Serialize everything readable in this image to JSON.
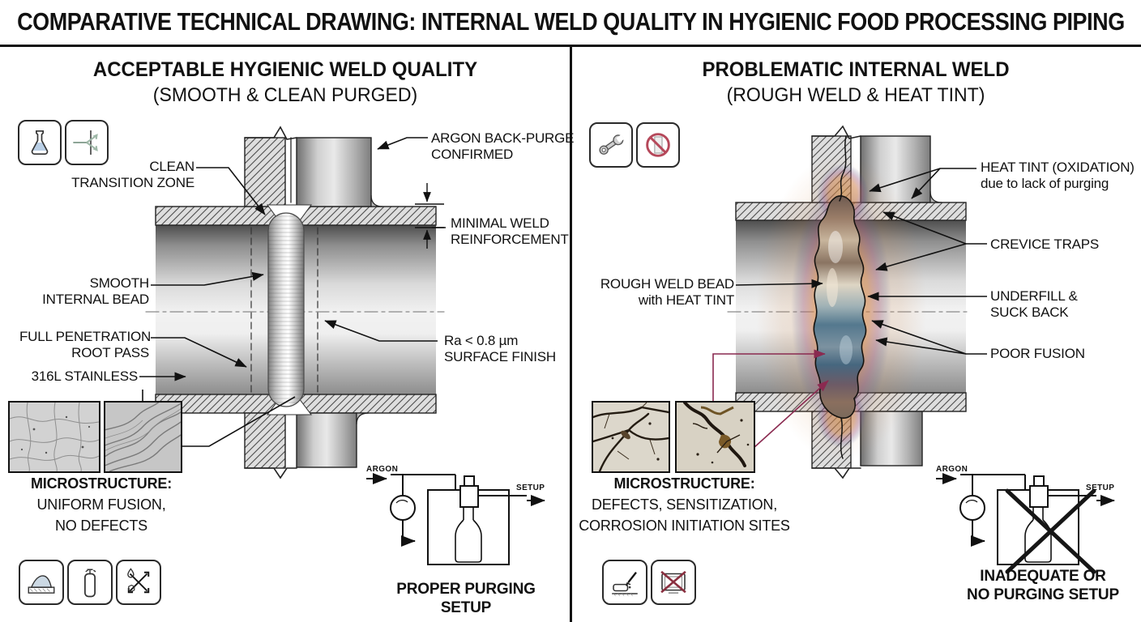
{
  "title": "COMPARATIVE TECHNICAL DRAWING: INTERNAL WELD QUALITY IN HYGIENIC FOOD PROCESSING PIPING",
  "colors": {
    "line": "#111111",
    "leader_accent": "#8a2a50",
    "hatch_fill": "#dedede",
    "heat_tint_orange": "#c07030",
    "heat_tint_purple": "#8a5086",
    "heat_tint_blue": "#4f7d96"
  },
  "left_panel": {
    "heading": "ACCEPTABLE HYGIENIC WELD QUALITY",
    "subheading": "(SMOOTH & CLEAN PURGED)",
    "icons_top": [
      "flask-icon",
      "flow-split-icon"
    ],
    "icons_bottom": [
      "product-mound-icon",
      "gas-cylinder-icon",
      "crossed-arrows-drain-icon"
    ],
    "callouts": {
      "clean_transition": [
        "CLEAN",
        "TRANSITION ZONE"
      ],
      "argon_back_purge": [
        "ARGON BACK-PURGE",
        "CONFIRMED"
      ],
      "minimal_weld": [
        "MINIMAL WELD",
        "REINFORCEMENT"
      ],
      "smooth_bead": [
        "SMOOTH",
        "INTERNAL BEAD"
      ],
      "full_penetration": [
        "FULL PENETRATION",
        "ROOT PASS"
      ],
      "material": "316L STAINLESS",
      "surface_finish": [
        "Ra < 0.8 µm",
        "SURFACE FINISH"
      ]
    },
    "micro": {
      "title": "MICROSTRUCTURE:",
      "line1": "UNIFORM FUSION,",
      "line2": "NO DEFECTS"
    },
    "setup": {
      "gas_label": "ARGON",
      "outlet_label": "SETUP",
      "caption": "PROPER PURGING SETUP"
    }
  },
  "right_panel": {
    "heading": "PROBLEMATIC INTERNAL WELD",
    "subheading": "(ROUGH WELD & HEAT TINT)",
    "icons_top": [
      "wrench-icon",
      "no-purge-prohibited-icon"
    ],
    "icons_bottom": [
      "welding-torch-icon",
      "rejected-panel-icon"
    ],
    "callouts": {
      "heat_tint": [
        "HEAT TINT (OXIDATION)",
        "due to lack of purging"
      ],
      "crevice_traps": "CREVICE TRAPS",
      "underfill": [
        "UNDERFILL &",
        "SUCK BACK"
      ],
      "poor_fusion": "POOR FUSION",
      "rough_bead": [
        "ROUGH WELD BEAD",
        "with HEAT TINT"
      ]
    },
    "micro": {
      "title": "MICROSTRUCTURE:",
      "line1": "DEFECTS, SENSITIZATION,",
      "line2": "CORROSION INITIATION SITES"
    },
    "setup": {
      "gas_label": "ARGON",
      "outlet_label": "SETUP",
      "caption_line1": "INADEQUATE OR",
      "caption_line2": "NO PURGING SETUP"
    }
  }
}
